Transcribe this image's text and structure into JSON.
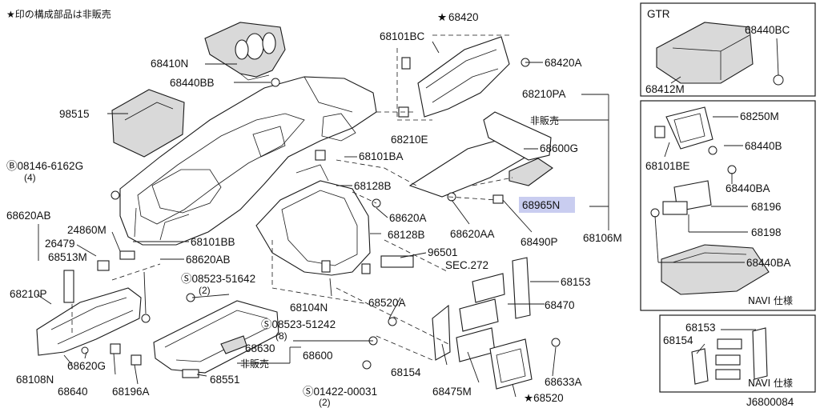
{
  "header_note": "★印の構成部品は非販売",
  "labels": {
    "p68420": "68420",
    "p68101BC": "68101BC",
    "p68420A": "68420A",
    "p68410N": "68410N",
    "p68440BB": "68440BB",
    "p98515": "98515",
    "p68210PA": "68210PA",
    "p68210E": "68210E",
    "hanbai1": "非販売",
    "p68101BA": "68101BA",
    "p68600G": "68600G",
    "b08146": "08146-6162G",
    "b08146q": "(4)",
    "p68128B_1": "68128B",
    "p68965N": "68965N",
    "p68620AB_1": "68620AB",
    "p68620A": "68620A",
    "p68620AA": "68620AA",
    "p68490P": "68490P",
    "p68106M": "68106M",
    "p24860M": "24860M",
    "p26479": "26479",
    "p68128B_2": "68128B",
    "p68101BB": "68101BB",
    "p68513M": "68513M",
    "p68620AB_2": "68620AB",
    "p96501": "96501",
    "sec272": "SEC.272",
    "p68153_1": "68153",
    "s08523_1": "08523-51642",
    "s08523_1q": "(2)",
    "p68210P": "68210P",
    "p68104N": "68104N",
    "p68520A": "68520A",
    "p68470": "68470",
    "s08523_2": "08523-51242",
    "s08523_2q": "(8)",
    "p68630": "68630",
    "p68600": "68600",
    "hanbai2": "非販売",
    "p68108N": "68108N",
    "p68620G": "68620G",
    "p68154_1": "68154",
    "p68633A": "68633A",
    "p68551": "68551",
    "p68640": "68640",
    "p68196A": "68196A",
    "p68475M": "68475M",
    "s01422": "01422-00031",
    "s01422q": "(2)",
    "p68520": "68520",
    "catalog_id": "J6800084"
  },
  "gtr": {
    "title": "GTR",
    "p68440BC": "68440BC",
    "p68412M": "68412M"
  },
  "navi": {
    "p68250M": "68250M",
    "p68101BE": "68101BE",
    "p68440B": "68440B",
    "p68440BA_1": "68440BA",
    "p68196": "68196",
    "p68198": "68198",
    "p68440BA_2": "68440BA",
    "spec": "NAVI 仕様"
  },
  "navi2": {
    "p68153": "68153",
    "p68154": "68154",
    "spec": "NAVI 仕様"
  },
  "colors": {
    "line": "#1a1a1a",
    "highlight": "#c9cdf0",
    "fill_gray": "#d9d9d9"
  }
}
